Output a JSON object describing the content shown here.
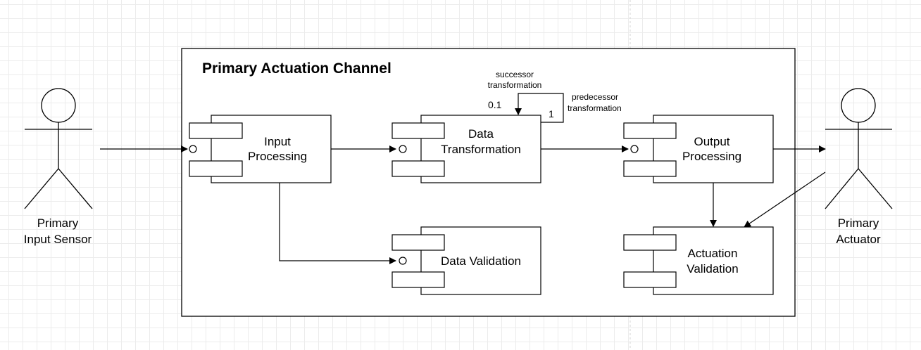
{
  "container": {
    "title": "Primary Actuation Channel"
  },
  "actors": {
    "sensor": {
      "line1": "Primary",
      "line2": "Input Sensor"
    },
    "actuator": {
      "line1": "Primary",
      "line2": "Actuator"
    }
  },
  "components": {
    "input_processing": {
      "line1": "Input",
      "line2": "Processing"
    },
    "data_transformation": {
      "line1": "Data",
      "line2": "Transformation"
    },
    "output_processing": {
      "line1": "Output",
      "line2": "Processing"
    },
    "data_validation": {
      "label": "Data Validation"
    },
    "actuation_validation": {
      "line1": "Actuation",
      "line2": "Validation"
    }
  },
  "self_loop": {
    "successor_line1": "successor",
    "successor_line2": "transformation",
    "predecessor_line1": "predecessor",
    "predecessor_line2": "transformation",
    "multiplicity_source": "1",
    "multiplicity_target": "0.1"
  }
}
